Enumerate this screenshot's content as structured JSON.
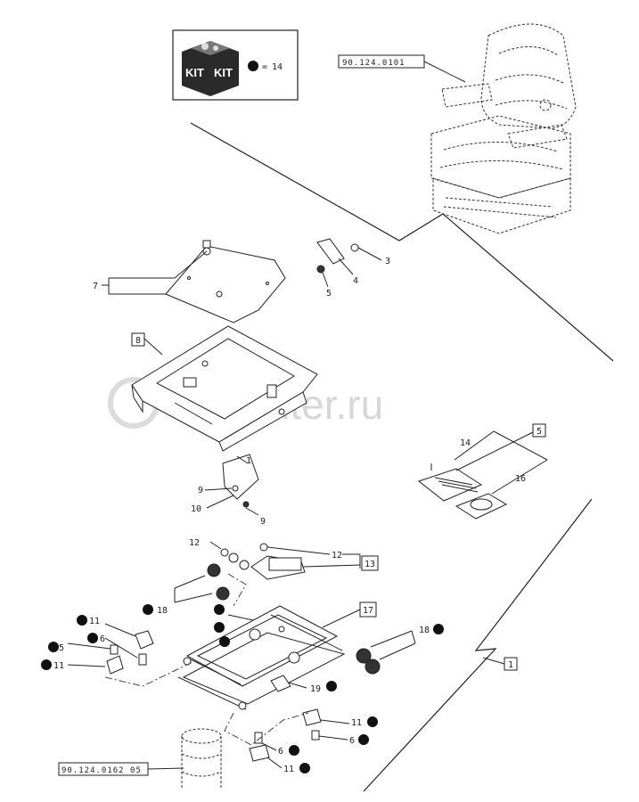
{
  "kit": {
    "word_left": "KIT",
    "word_right": "KIT",
    "equals": "=",
    "callout": "14"
  },
  "refs": {
    "seat_assembly": "90.124.0101",
    "air_spring": "90.124.0162 05"
  },
  "watermark": "autopiter.ru",
  "callouts": {
    "c1": "1",
    "c3": "3",
    "c4": "4",
    "c5a": "5",
    "c5b": "5",
    "c6a": "6",
    "c6b": "6",
    "c6c": "6",
    "c7": "7",
    "c8": "8",
    "c9a": "9",
    "c9b": "9",
    "c10": "10",
    "c11a": "11",
    "c11b": "11",
    "c11c": "11",
    "c11d": "11",
    "c12a": "12",
    "c12b": "12",
    "c13": "13",
    "c14": "14",
    "c16": "16",
    "c17": "17",
    "c18a": "18",
    "c18b": "18",
    "c19": "19"
  },
  "colors": {
    "line": "#222222",
    "dots": "#111111",
    "watermark": "#d8d8d8"
  }
}
